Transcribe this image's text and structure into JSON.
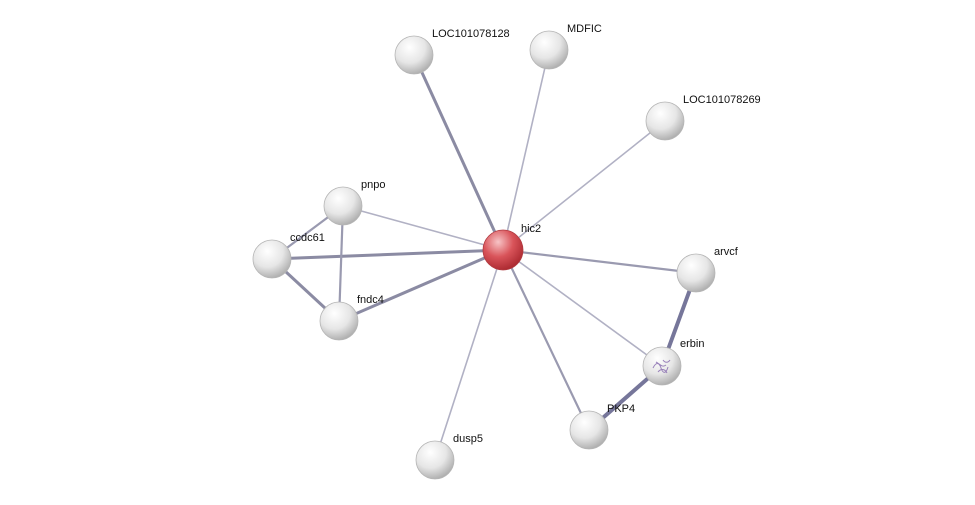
{
  "network": {
    "nodes": [
      {
        "id": "hic2",
        "label": "hic2",
        "query": true
      },
      {
        "id": "LOC101078128",
        "label": "LOC101078128"
      },
      {
        "id": "MDFIC",
        "label": "MDFIC"
      },
      {
        "id": "LOC101078269",
        "label": "LOC101078269"
      },
      {
        "id": "pnpo",
        "label": "pnpo"
      },
      {
        "id": "ccdc61",
        "label": "ccdc61"
      },
      {
        "id": "fndc4",
        "label": "fndc4"
      },
      {
        "id": "arvcf",
        "label": "arvcf"
      },
      {
        "id": "erbin",
        "label": "erbin",
        "structure_icon": "protein-structure-icon"
      },
      {
        "id": "PKP4",
        "label": "PKP4"
      },
      {
        "id": "dusp5",
        "label": "dusp5"
      }
    ],
    "edges": [
      {
        "source": "hic2",
        "target": "LOC101078128",
        "strength": "strong"
      },
      {
        "source": "hic2",
        "target": "MDFIC",
        "strength": "weak"
      },
      {
        "source": "hic2",
        "target": "LOC101078269",
        "strength": "weak"
      },
      {
        "source": "hic2",
        "target": "pnpo",
        "strength": "weak"
      },
      {
        "source": "hic2",
        "target": "ccdc61",
        "strength": "strong"
      },
      {
        "source": "hic2",
        "target": "fndc4",
        "strength": "strong"
      },
      {
        "source": "hic2",
        "target": "arvcf",
        "strength": "medium"
      },
      {
        "source": "hic2",
        "target": "erbin",
        "strength": "weak"
      },
      {
        "source": "hic2",
        "target": "PKP4",
        "strength": "medium"
      },
      {
        "source": "hic2",
        "target": "dusp5",
        "strength": "weak"
      },
      {
        "source": "pnpo",
        "target": "ccdc61",
        "strength": "medium"
      },
      {
        "source": "pnpo",
        "target": "fndc4",
        "strength": "medium"
      },
      {
        "source": "ccdc61",
        "target": "fndc4",
        "strength": "strong"
      },
      {
        "source": "arvcf",
        "target": "erbin",
        "strength": "strongest"
      },
      {
        "source": "erbin",
        "target": "PKP4",
        "strength": "strongest"
      }
    ],
    "colors": {
      "query_node": "#d9545a",
      "node": "#e2e2e2",
      "edge": "#8a8aa0"
    }
  }
}
